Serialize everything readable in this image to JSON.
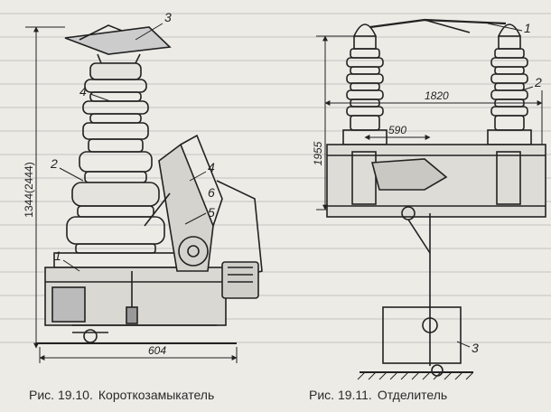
{
  "figures": [
    {
      "label": "Рис. 19.10.",
      "title": "Короткозамыкатель",
      "dimensions": {
        "height": "1344(2444)",
        "width": "604"
      },
      "part_numbers": [
        "1",
        "2",
        "3",
        "4",
        "4",
        "5",
        "6"
      ]
    },
    {
      "label": "Рис. 19.11.",
      "title": "Отделитель",
      "dimensions": {
        "width": "1820",
        "height": "1955",
        "offset": "590"
      },
      "part_numbers": [
        "1",
        "2",
        "3"
      ]
    }
  ],
  "colors": {
    "paper": "#ecebe6",
    "ink": "#222222"
  }
}
